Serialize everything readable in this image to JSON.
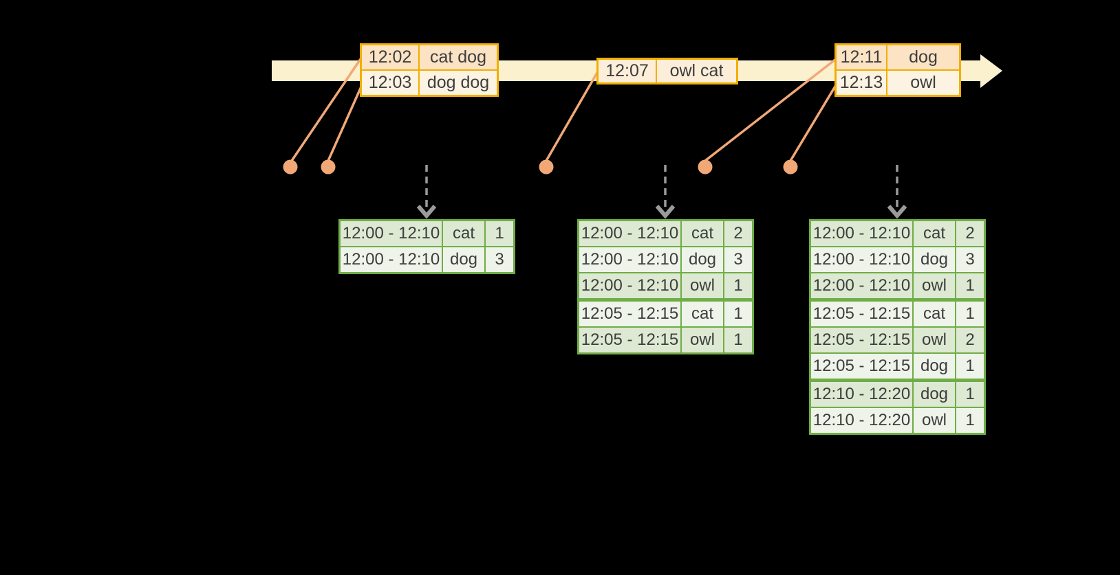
{
  "diagram_title": "windowed-word-count-streaming-diagram",
  "colors": {
    "bg": "#000000",
    "band": "#FBF1CE",
    "gold": "#F2AE00",
    "peach": "#FBE3C4",
    "cream": "#FDF3E2",
    "shell": "#FCEED8",
    "orange": "#F2A876",
    "green": "#70AD47",
    "gdark": "#DDE9D2",
    "glight": "#EFF4EB",
    "gray": "#9B9B9B",
    "text": "#3D3D3D"
  },
  "event_tables": [
    {
      "rows": [
        {
          "time": "12:02",
          "words": "cat dog",
          "tone": "peach"
        },
        {
          "time": "12:03",
          "words": "dog dog",
          "tone": "cream"
        }
      ]
    },
    {
      "rows": [
        {
          "time": "12:07",
          "words": "owl cat",
          "tone": "shell"
        }
      ]
    },
    {
      "rows": [
        {
          "time": "12:11",
          "words": "dog",
          "tone": "peach"
        },
        {
          "time": "12:13",
          "words": "owl",
          "tone": "cream"
        }
      ]
    }
  ],
  "result_tables": [
    {
      "rows": [
        [
          "12:00 - 12:10",
          "cat",
          "1"
        ],
        [
          "12:00 - 12:10",
          "dog",
          "3"
        ]
      ],
      "group_breaks": []
    },
    {
      "rows": [
        [
          "12:00 - 12:10",
          "cat",
          "2"
        ],
        [
          "12:00 - 12:10",
          "dog",
          "3"
        ],
        [
          "12:00 - 12:10",
          "owl",
          "1"
        ],
        [
          "12:05 - 12:15",
          "cat",
          "1"
        ],
        [
          "12:05 - 12:15",
          "owl",
          "1"
        ]
      ],
      "group_breaks": [
        3
      ]
    },
    {
      "rows": [
        [
          "12:00 - 12:10",
          "cat",
          "2"
        ],
        [
          "12:00 - 12:10",
          "dog",
          "3"
        ],
        [
          "12:00 - 12:10",
          "owl",
          "1"
        ],
        [
          "12:05 - 12:15",
          "cat",
          "1"
        ],
        [
          "12:05 - 12:15",
          "owl",
          "2"
        ],
        [
          "12:05 - 12:15",
          "dog",
          "1"
        ],
        [
          "12:10 - 12:20",
          "dog",
          "1"
        ],
        [
          "12:10 - 12:20",
          "owl",
          "1"
        ]
      ],
      "group_breaks": [
        3,
        6
      ]
    }
  ]
}
